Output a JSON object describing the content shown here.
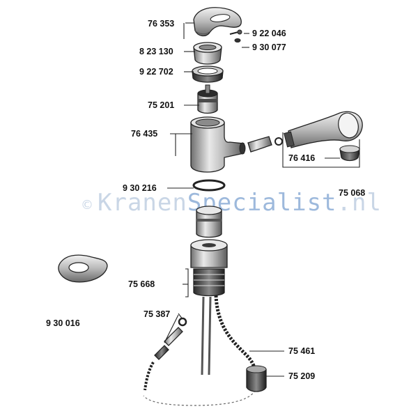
{
  "watermark": {
    "symbol": "©",
    "text_a": "Kranen",
    "text_b": "Specialist",
    "text_c": ".nl"
  },
  "parts": [
    {
      "id": "handle",
      "label": "76 353"
    },
    {
      "id": "screw",
      "label": "9 22 046"
    },
    {
      "id": "cap",
      "label": "9 30 077"
    },
    {
      "id": "cover-ring",
      "label": "8 23 130"
    },
    {
      "id": "nut",
      "label": "9 22 702"
    },
    {
      "id": "cartridge",
      "label": "75 201"
    },
    {
      "id": "body",
      "label": "76 435"
    },
    {
      "id": "adapter",
      "label": "76 416"
    },
    {
      "id": "spray-head",
      "label": "75 068"
    },
    {
      "id": "o-ring",
      "label": "9 30 216"
    },
    {
      "id": "base-assembly",
      "label": "75 668"
    },
    {
      "id": "base-plate",
      "label": "9 30 016"
    },
    {
      "id": "hose-fitting",
      "label": "75 387"
    },
    {
      "id": "hose",
      "label": "75 461"
    },
    {
      "id": "weight",
      "label": "75 209"
    }
  ]
}
